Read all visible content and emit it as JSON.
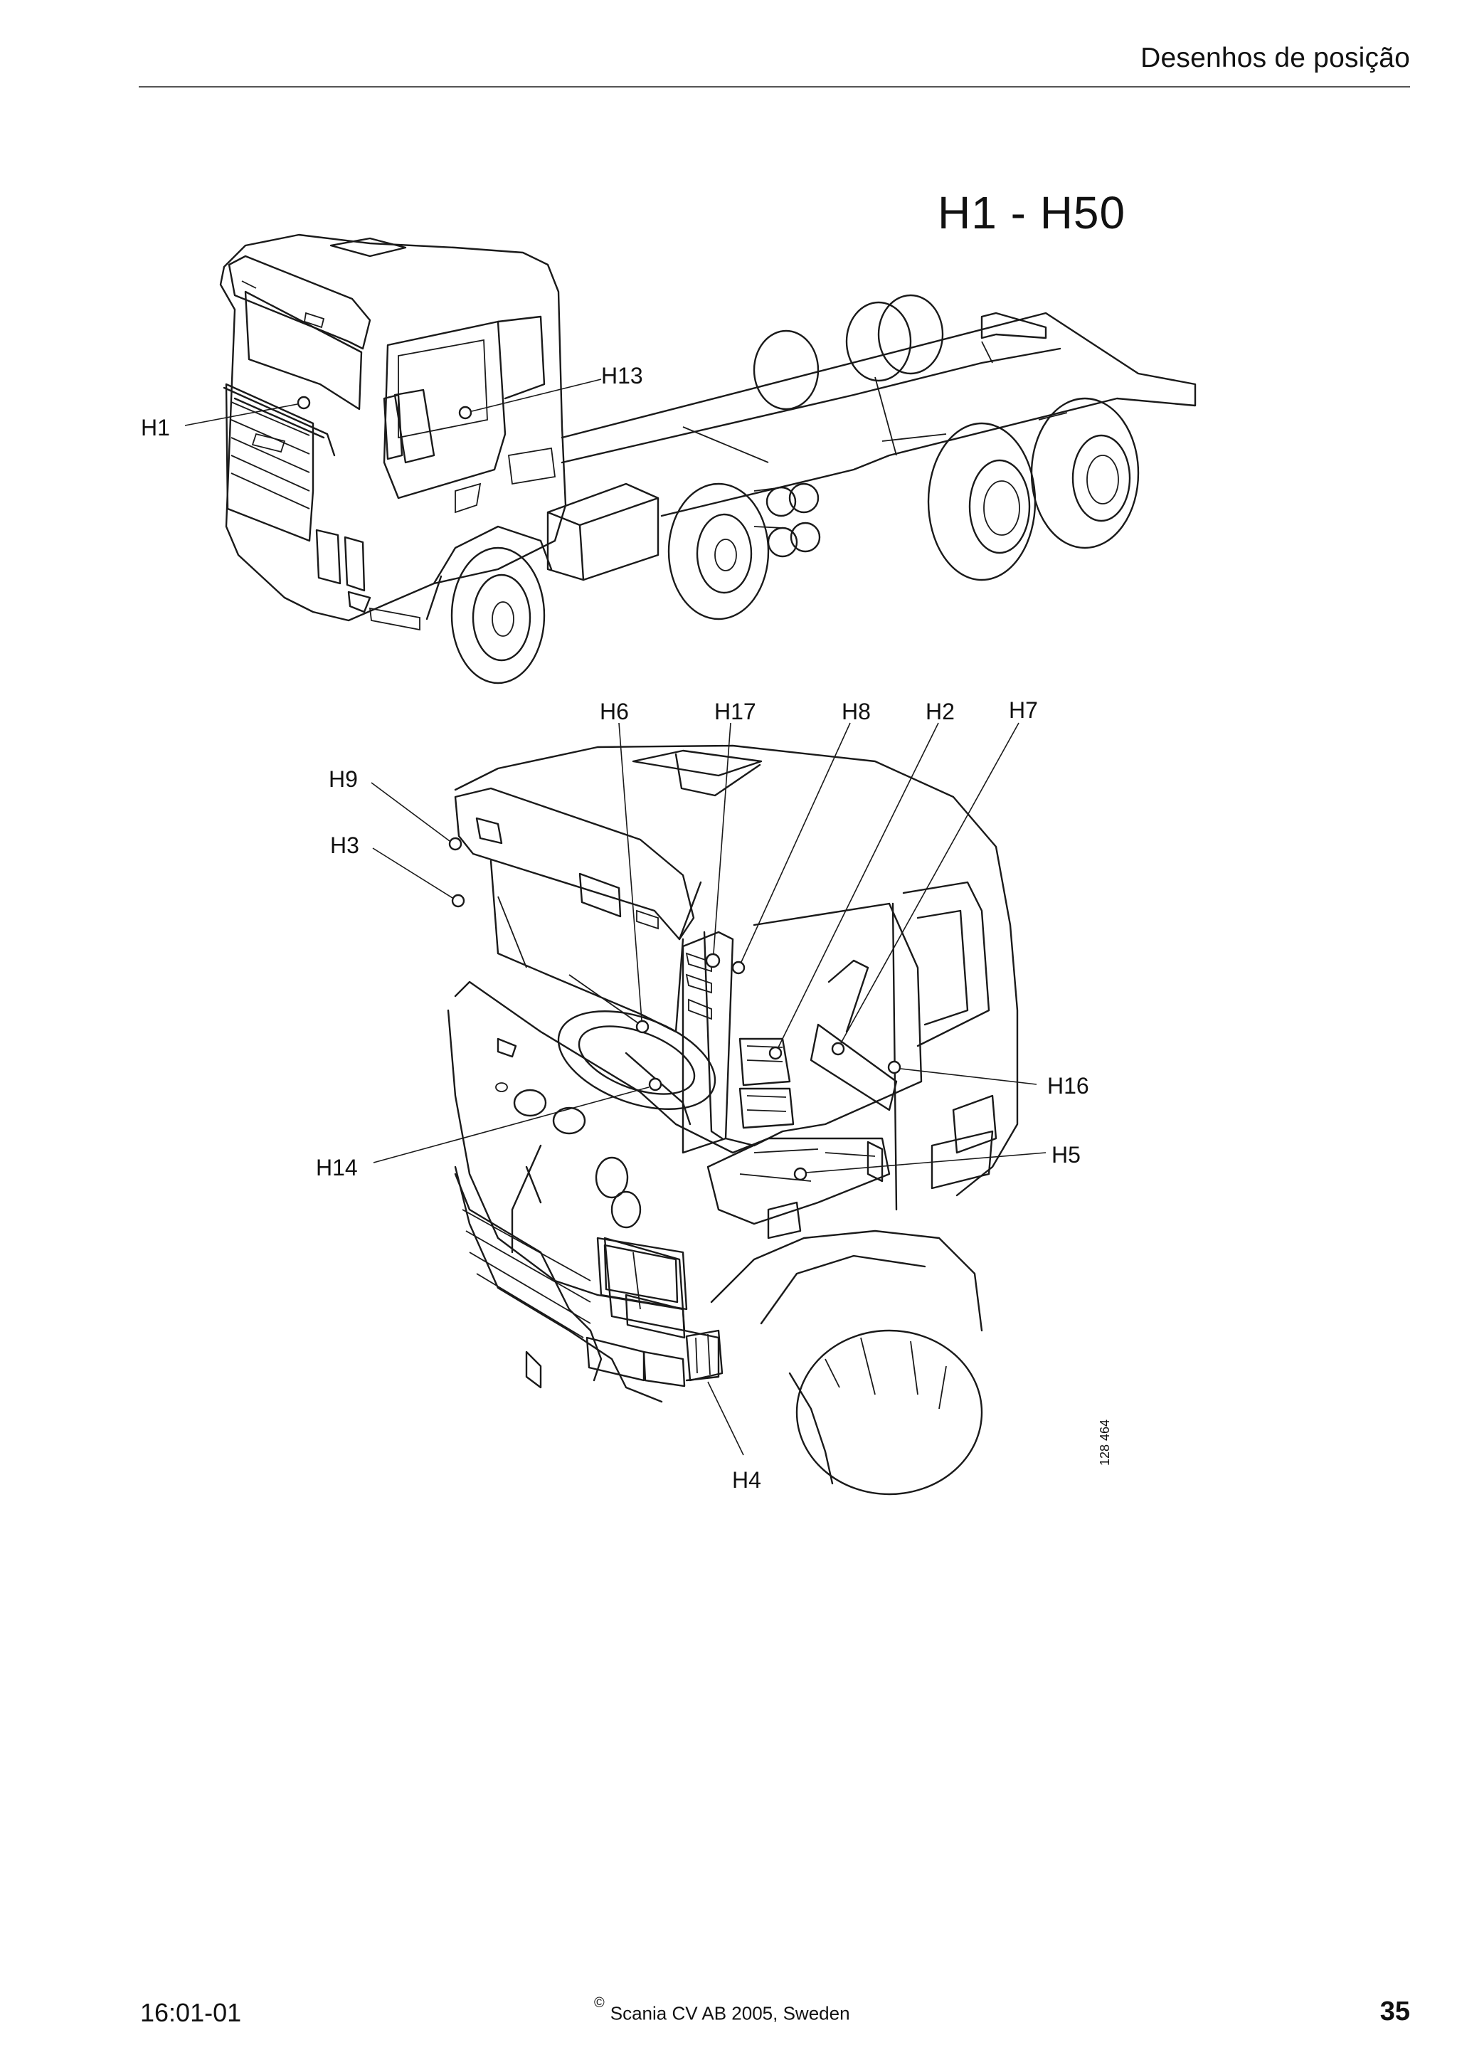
{
  "header": {
    "title": "Desenhos de posição"
  },
  "section": {
    "title": "H1 - H50"
  },
  "figure": {
    "truck_labels": {
      "h1": "H1",
      "h13": "H13"
    },
    "cab_labels": {
      "h6": "H6",
      "h17": "H17",
      "h8": "H8",
      "h2": "H2",
      "h7": "H7",
      "h9": "H9",
      "h3": "H3",
      "h16": "H16",
      "h14": "H14",
      "h5": "H5",
      "h4": "H4"
    },
    "figure_number": "128 464"
  },
  "footer": {
    "doc_number": "16:01-01",
    "copyright_symbol": "©",
    "copyright": "Scania CV AB 2005, Sweden",
    "page_number": "35"
  }
}
